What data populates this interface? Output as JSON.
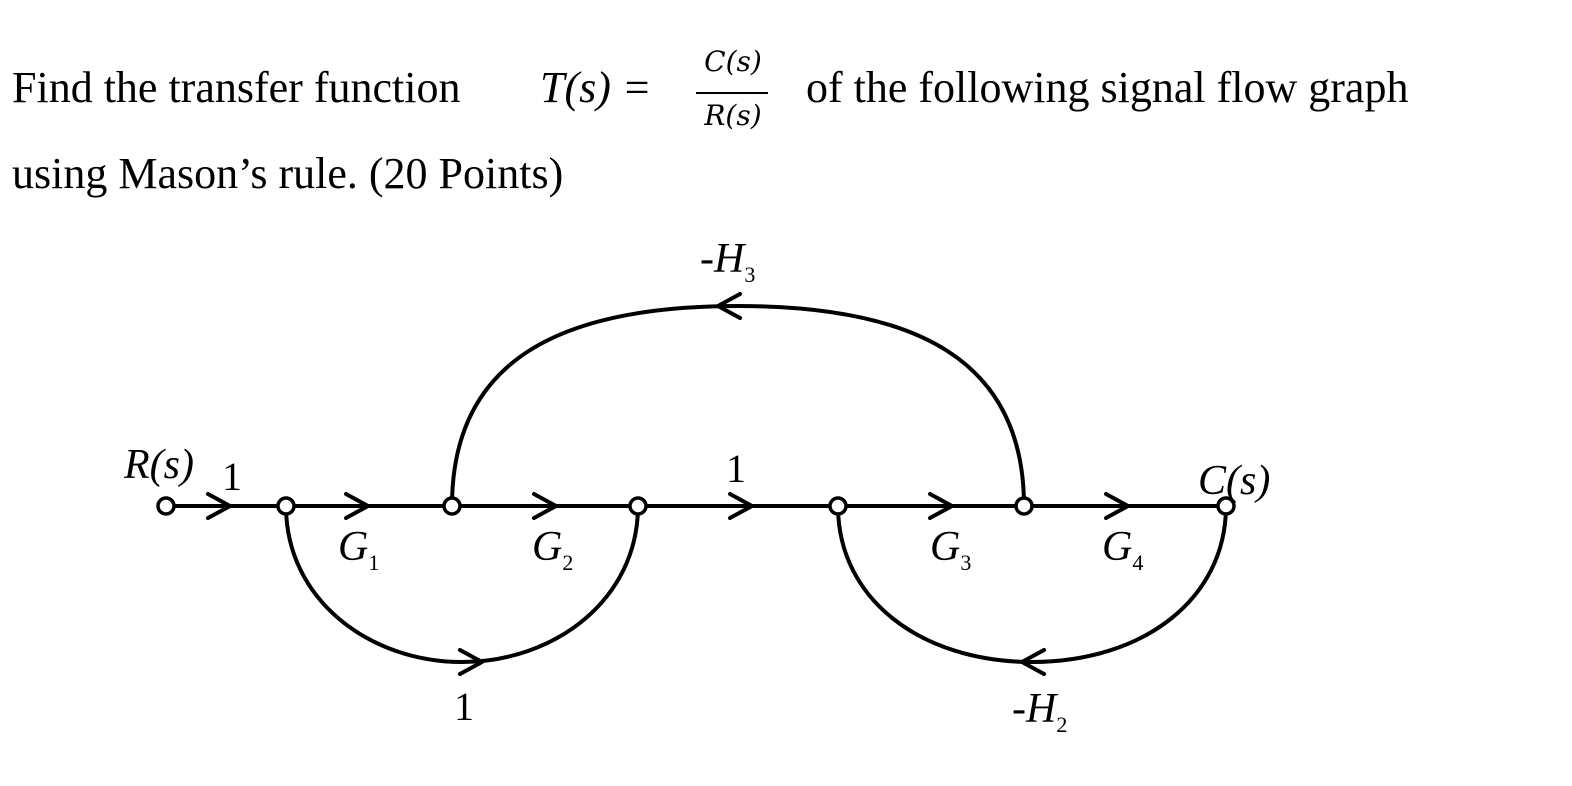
{
  "question": {
    "part1": "Find the transfer function",
    "tf": "T(s) =",
    "frac_num": "C(s)",
    "frac_den": "R(s)",
    "part2": "of the following signal flow graph",
    "line2": "using Mason’s rule. (20 Points)"
  },
  "graph": {
    "input_label": "R(s)",
    "output_label": "C(s)",
    "branches": {
      "input_gain": "1",
      "g1": {
        "main": "G",
        "sub": "1"
      },
      "g2": {
        "main": "G",
        "sub": "2"
      },
      "mid_gain": "1",
      "g3": {
        "main": "G",
        "sub": "3"
      },
      "g4": {
        "main": "G",
        "sub": "4"
      },
      "bypass_gain": "1",
      "h3": {
        "main": "-H",
        "sub": "3"
      },
      "h2": {
        "main": "-H",
        "sub": "2"
      }
    }
  }
}
